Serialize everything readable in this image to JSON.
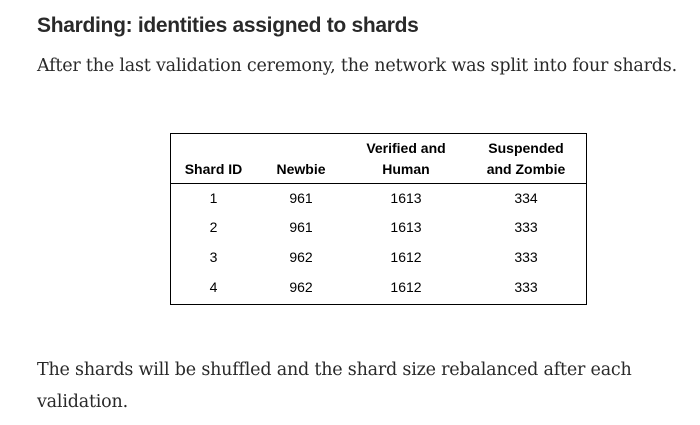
{
  "heading": "Sharding: identities assigned to shards",
  "intro": "After the last validation ceremony, the network was split into four shards.",
  "table": {
    "headers": [
      "Shard ID",
      "Newbie",
      "Verified and Human",
      "Suspended and Zombie"
    ],
    "rows": [
      [
        "1",
        "961",
        "1613",
        "334"
      ],
      [
        "2",
        "961",
        "1613",
        "333"
      ],
      [
        "3",
        "962",
        "1612",
        "333"
      ],
      [
        "4",
        "962",
        "1612",
        "333"
      ]
    ]
  },
  "outro": "The shards will be shuffled and the shard size rebalanced after each validation.",
  "colors": {
    "text": "#292929",
    "table_text": "#000000",
    "border": "#000000",
    "background": "#ffffff"
  }
}
